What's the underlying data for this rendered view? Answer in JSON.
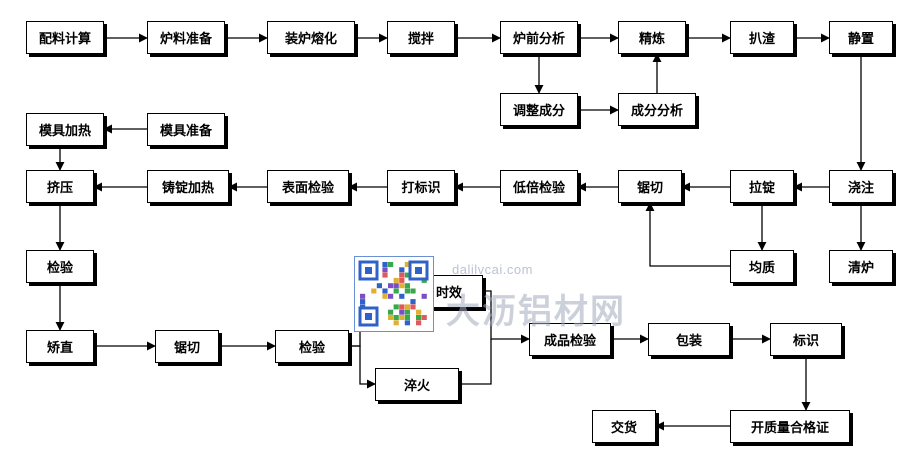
{
  "diagram": {
    "type": "process-flowchart",
    "nodes": {
      "peiliao": "配料计算",
      "luliao": "炉料准备",
      "zhuanglu": "装炉熔化",
      "jiaoban": "搅拌",
      "luqian": "炉前分析",
      "jinglian": "精炼",
      "bazha": "扒渣",
      "jingzhi": "静置",
      "tiaozheng": "调整成分",
      "chengfen": "成分分析",
      "mojujiare": "模具加热",
      "mojuzhunbei": "模具准备",
      "jiya": "挤压",
      "zhudingjiare": "铸锭加热",
      "biaomian": "表面检验",
      "dabiaoshi1": "打标识",
      "dibei": "低倍检验",
      "juqie1": "锯切",
      "lading": "拉锭",
      "jiaozhu": "浇注",
      "junzhi": "均质",
      "qinglu": "清炉",
      "jianyan1": "检验",
      "jiaozhi": "矫直",
      "juqie2": "锯切",
      "jianyan2": "检验",
      "shixiao": "时效",
      "cuihuo": "淬火",
      "chengpin": "成品检验",
      "baozhuang": "包装",
      "biaoshi2": "标识",
      "zhengshu": "开质量合格证",
      "jiaohuo": "交货"
    },
    "edges": [
      [
        "peiliao",
        "luliao"
      ],
      [
        "luliao",
        "zhuanglu"
      ],
      [
        "zhuanglu",
        "jiaoban"
      ],
      [
        "jiaoban",
        "luqian"
      ],
      [
        "luqian",
        "jinglian"
      ],
      [
        "jinglian",
        "bazha"
      ],
      [
        "bazha",
        "jingzhi"
      ],
      [
        "luqian",
        "tiaozheng"
      ],
      [
        "tiaozheng",
        "chengfen"
      ],
      [
        "chengfen",
        "jinglian"
      ],
      [
        "jingzhi",
        "jiaozhu"
      ],
      [
        "jiaozhu",
        "qinglu"
      ],
      [
        "jiaozhu",
        "lading"
      ],
      [
        "lading",
        "junzhi"
      ],
      [
        "lading",
        "juqie1"
      ],
      [
        "junzhi",
        "juqie1"
      ],
      [
        "juqie1",
        "dibei"
      ],
      [
        "dibei",
        "dabiaoshi1"
      ],
      [
        "dabiaoshi1",
        "biaomian"
      ],
      [
        "biaomian",
        "zhudingjiare"
      ],
      [
        "zhudingjiare",
        "jiya"
      ],
      [
        "mojuzhunbei",
        "mojujiare"
      ],
      [
        "mojujiare",
        "jiya"
      ],
      [
        "jiya",
        "jianyan1"
      ],
      [
        "jianyan1",
        "jiaozhi"
      ],
      [
        "jiaozhi",
        "juqie2"
      ],
      [
        "juqie2",
        "jianyan2"
      ],
      [
        "jianyan2",
        "shixiao"
      ],
      [
        "jianyan2",
        "cuihuo"
      ],
      [
        "shixiao",
        "chengpin"
      ],
      [
        "cuihuo",
        "chengpin"
      ],
      [
        "chengpin",
        "baozhuang"
      ],
      [
        "baozhuang",
        "biaoshi2"
      ],
      [
        "biaoshi2",
        "zhengshu"
      ],
      [
        "zhengshu",
        "jiaohuo"
      ]
    ]
  },
  "watermark": {
    "url": "dalilvcai.com",
    "brand": "大沥铝材网",
    "qr_icon": "qr-code-icon"
  },
  "colors": {
    "line": "#000000",
    "box_fill": "#ffffff",
    "watermark": "#b9c3d6"
  }
}
